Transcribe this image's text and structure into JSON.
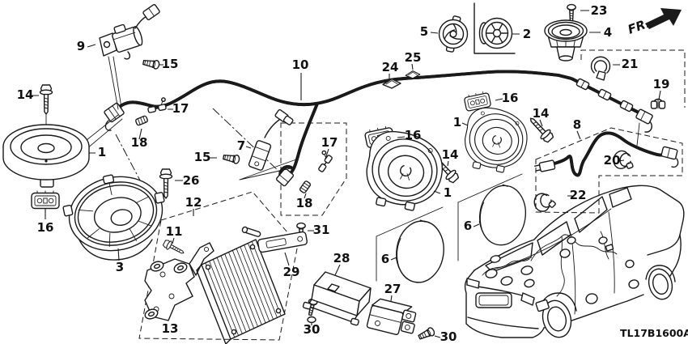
{
  "diagram": {
    "code": "TL17B1600A",
    "direction_indicator": "FR.",
    "part_numbers": {
      "1": "1",
      "2": "2",
      "3": "3",
      "4": "4",
      "5": "5",
      "6": "6",
      "7": "7",
      "8": "8",
      "9": "9",
      "10": "10",
      "11": "11",
      "12": "12",
      "13": "13",
      "14": "14",
      "15": "15",
      "16": "16",
      "17": "17",
      "18": "18",
      "19": "19",
      "20": "20",
      "21": "21",
      "22": "22",
      "23": "23",
      "24": "24",
      "25": "25",
      "26": "26",
      "27": "27",
      "28": "28",
      "29": "29",
      "30": "30",
      "31": "31"
    }
  }
}
